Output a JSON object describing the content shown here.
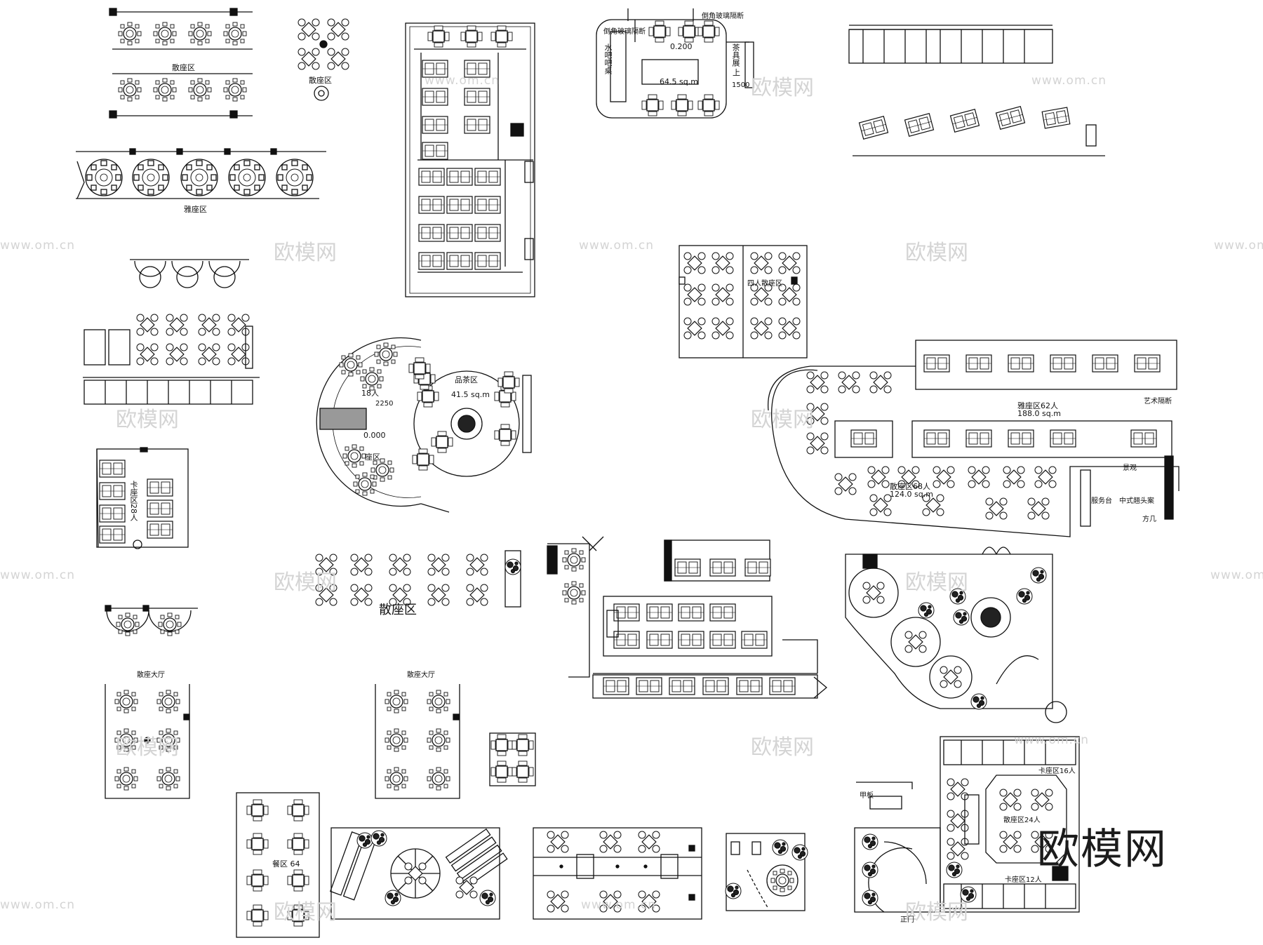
{
  "brand": "欧模网",
  "watermark": {
    "url": "www.om.cn",
    "name": "欧模网"
  },
  "labels": {
    "sanzuo1": "散座区",
    "sanzuo2": "散座区",
    "yazuo1": "雅座区",
    "glass1": "倒角玻璃隔断",
    "glass2": "倒角玻璃隔断",
    "shuiba": "水吧吧桌",
    "chaju": "茶具展",
    "up1": "上",
    "elev200": "0.200",
    "area64": "64.5 sq.m",
    "dim1500": "1500",
    "pincha": "品茶区",
    "area41": "41.5 sq.m",
    "ren18": "18人",
    "dim2250": "2250",
    "elev000": "0.000",
    "zuoqu": "座区",
    "siren": "四人散座区",
    "kazuo28": "卡座区28人",
    "yazuo62": "雅座区62人",
    "area188": "188.0 sq.m",
    "yishu": "艺术隔断",
    "sanzuo68": "散座区68人",
    "area124": "124.0 sq.m",
    "fuwutai": "服务台",
    "jingguan": "景观",
    "zhongshi": "中式翘头案",
    "fangji": "方几",
    "sanzuo_big": "散座区",
    "dating1": "散座大厅",
    "dating2": "散座大厅",
    "canqu64": "餐区 64",
    "kazuo16": "卡座区16人",
    "sanzuo24": "散座区24人",
    "kazuo12": "卡座区12人",
    "jiaban": "甲板",
    "zhengmen": "正门"
  },
  "icons": [
    "round-table-icon",
    "square-table-icon",
    "cross-table-icon",
    "booth-icon",
    "plant-icon"
  ]
}
